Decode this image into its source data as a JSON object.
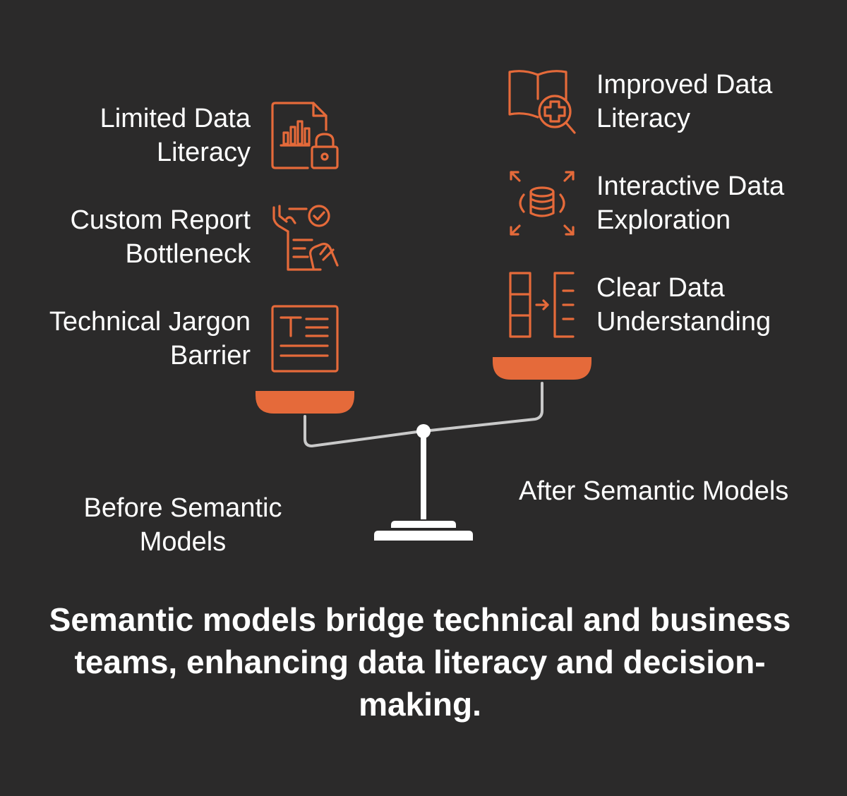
{
  "colors": {
    "background": "#2b2a2a",
    "accent": "#e56a3a",
    "text": "#ffffff",
    "beam": "#c9c9c9"
  },
  "before": {
    "items": [
      {
        "icon": "locked-chart-document-icon",
        "lines": [
          "Limited Data",
          "Literacy"
        ]
      },
      {
        "icon": "hand-checklist-icon",
        "lines": [
          "Custom Report",
          "Bottleneck"
        ]
      },
      {
        "icon": "text-document-icon",
        "lines": [
          "Technical Jargon",
          "Barrier"
        ]
      }
    ],
    "side_label": [
      "Before Semantic",
      "Models"
    ]
  },
  "after": {
    "items": [
      {
        "icon": "book-magnifier-plus-icon",
        "lines": [
          "Improved Data",
          "Literacy"
        ]
      },
      {
        "icon": "database-expand-icon",
        "lines": [
          "Interactive Data",
          "Exploration"
        ]
      },
      {
        "icon": "columns-transform-icon",
        "lines": [
          "Clear Data",
          "Understanding"
        ]
      }
    ],
    "side_label": [
      "After Semantic Models"
    ]
  },
  "conclusion": {
    "lines": [
      "Semantic models bridge technical and business",
      "teams, enhancing data literacy and decision-",
      "making."
    ]
  }
}
